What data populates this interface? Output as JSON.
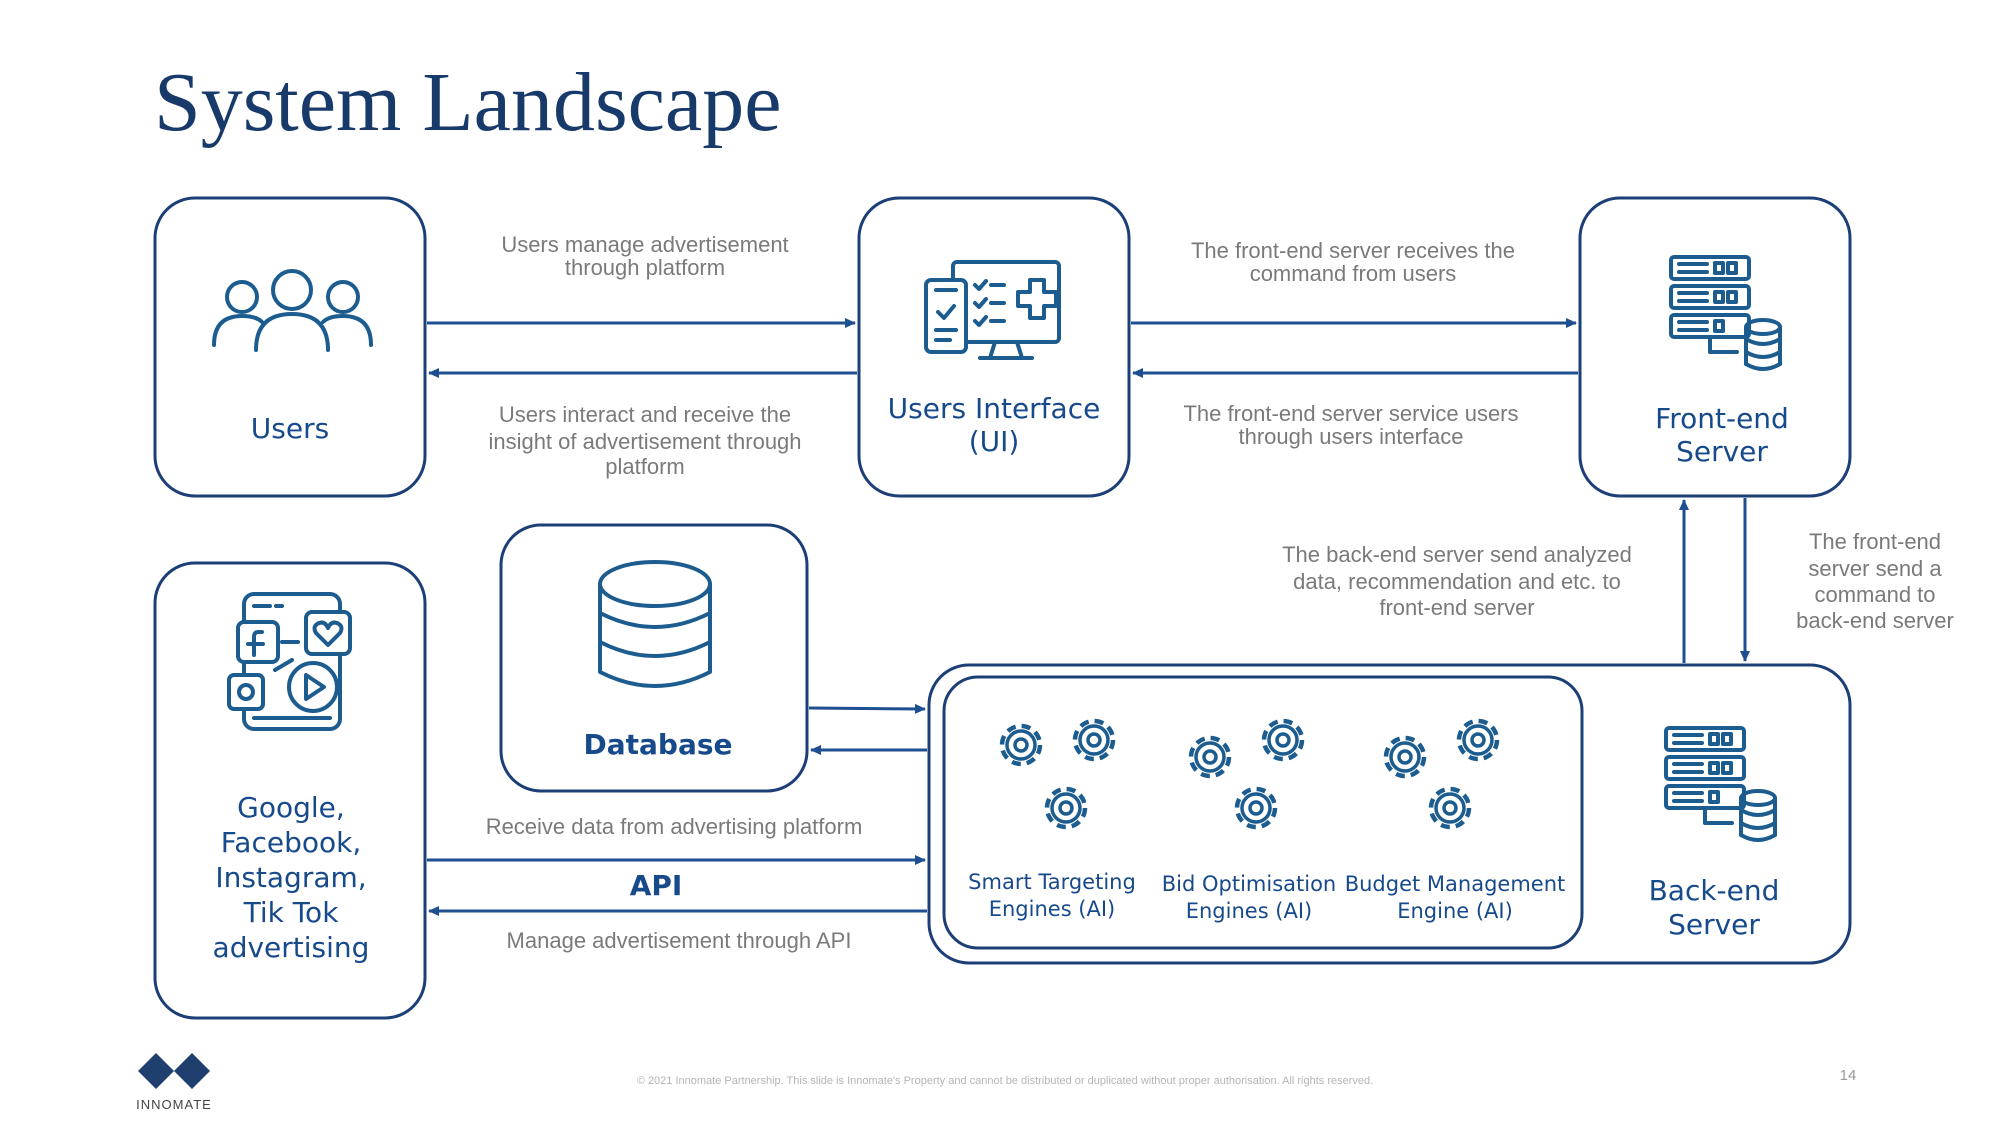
{
  "title": "System Landscape",
  "colors": {
    "navy": "#1d3f77",
    "label": "#174a8b",
    "grey_text": "#7a7a7a",
    "icon": "#1d5c8f"
  },
  "nodes": {
    "users": {
      "label": "Users",
      "icon": "users-icon"
    },
    "ui": {
      "label_line1": "Users Interface",
      "label_line2": "(UI)",
      "icon": "dashboard-icon"
    },
    "frontend": {
      "label_line1": "Front-end",
      "label_line2": "Server",
      "icon": "server-database-icon"
    },
    "platforms": {
      "lines": [
        "Google,",
        "Facebook,",
        "Instagram,",
        "Tik Tok",
        "advertising"
      ],
      "icon": "social-media-icon"
    },
    "database": {
      "label": "Database",
      "icon": "database-icon"
    },
    "backend": {
      "label_line1": "Back-end",
      "label_line2": "Server",
      "icon": "server-database-icon"
    },
    "engines": [
      {
        "line1": "Smart Targeting",
        "line2": "Engines (AI)",
        "icon": "gears-icon"
      },
      {
        "line1": "Bid Optimisation",
        "line2": "Engines (AI)",
        "icon": "gears-icon"
      },
      {
        "line1": "Budget Management",
        "line2": "Engine (AI)",
        "icon": "gears-icon"
      }
    ]
  },
  "edges": {
    "users_to_ui": {
      "line1": "Users manage advertisement",
      "line2": "through platform"
    },
    "ui_to_users": {
      "line1": "Users interact and receive the",
      "line2": "insight of advertisement through",
      "line3": "platform"
    },
    "ui_to_frontend": {
      "line1": "The front-end server receives the",
      "line2": "command from users"
    },
    "frontend_to_ui": {
      "line1": "The front-end server service users",
      "line2": "through users interface"
    },
    "backend_to_frontend": {
      "line1": "The back-end server send analyzed",
      "line2": "data, recommendation and etc. to",
      "line3": "front-end server"
    },
    "frontend_to_backend": {
      "line1": "The front-end",
      "line2": "server send a",
      "line3": "command to",
      "line4": "back-end server"
    },
    "platforms_to_backend": {
      "label": "Receive data from advertising platform"
    },
    "api": {
      "label": "API"
    },
    "backend_to_platforms": {
      "label": "Manage advertisement through API"
    }
  },
  "footer": {
    "logo_text": "INNOMATE",
    "copyright": "© 2021 Innomate Partnership. This slide is Innomate's Property and cannot be distributed or duplicated without proper authorisation. All rights reserved.",
    "page_number": "14"
  }
}
